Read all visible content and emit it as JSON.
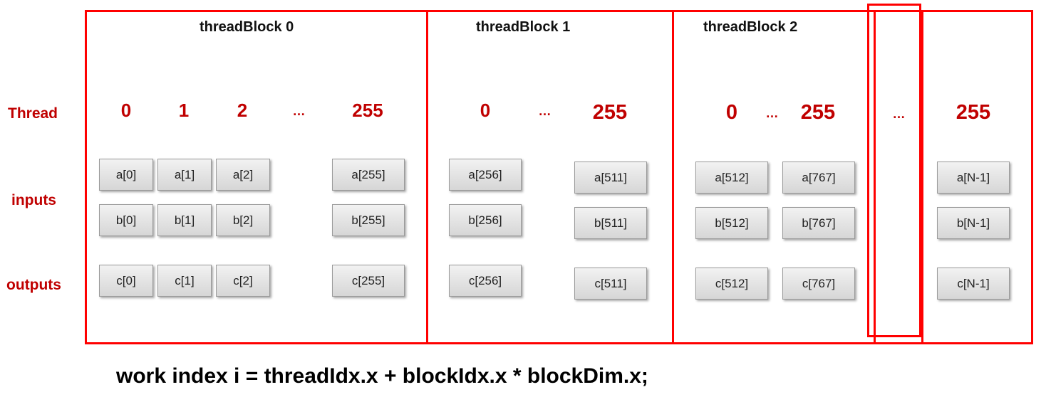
{
  "colors": {
    "accent": "#ff0000",
    "label": "#c00000",
    "cell_fill": "#e6e6e6",
    "text": "#000000"
  },
  "row_labels": {
    "thread": "Thread",
    "inputs": "inputs",
    "outputs": "outputs"
  },
  "blocks": [
    {
      "title": "threadBlock 0",
      "thread_ids": [
        "0",
        "1",
        "2",
        "…",
        "255"
      ]
    },
    {
      "title": "threadBlock 1",
      "thread_ids": [
        "0",
        "…",
        "255"
      ]
    },
    {
      "title": "threadBlock 2",
      "thread_ids": [
        "0",
        "…",
        "255"
      ]
    },
    {
      "title": "",
      "thread_ids": [
        "…"
      ]
    },
    {
      "title": "",
      "thread_ids": [
        "255"
      ]
    }
  ],
  "cells": {
    "a": [
      "a[0]",
      "a[1]",
      "a[2]",
      "a[255]",
      "a[256]",
      "a[511]",
      "a[512]",
      "a[767]",
      "a[N-1]"
    ],
    "b": [
      "b[0]",
      "b[1]",
      "b[2]",
      "b[255]",
      "b[256]",
      "b[511]",
      "b[512]",
      "b[767]",
      "b[N-1]"
    ],
    "c": [
      "c[0]",
      "c[1]",
      "c[2]",
      "c[255]",
      "c[256]",
      "c[511]",
      "c[512]",
      "c[767]",
      "c[N-1]"
    ]
  },
  "formula": "work index i = threadIdx.x + blockIdx.x * blockDim.x;"
}
